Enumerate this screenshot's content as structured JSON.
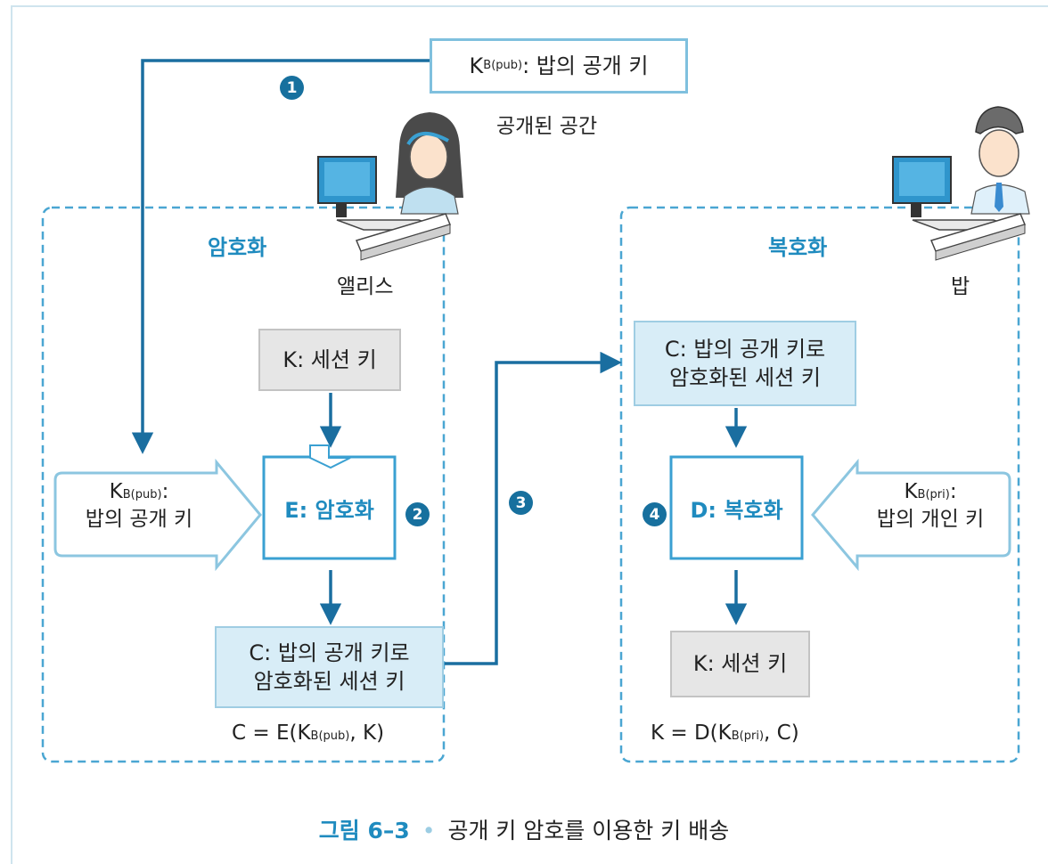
{
  "public_space": {
    "key_label": "K",
    "key_sub": "B(pub)",
    "key_text": ": 밥의 공개 키",
    "caption": "공개된 공간"
  },
  "alice_zone": {
    "title": "암호화",
    "person": "앨리스",
    "session_key_box": "K: 세션 키",
    "pubkey_label": "K",
    "pubkey_sub": "B(pub)",
    "pubkey_colon": ":",
    "pubkey_text": "밥의 공개 키",
    "process_label": "E: 암호화",
    "cipher_line1": "C: 밥의 공개 키로",
    "cipher_line2": "암호화된 세션 키",
    "formula_pre": "C = E(K",
    "formula_sub": "B(pub)",
    "formula_post": ", K)"
  },
  "bob_zone": {
    "title": "복호화",
    "person": "밥",
    "cipher_line1": "C: 밥의 공개 키로",
    "cipher_line2": "암호화된 세션 키",
    "privkey_label": "K",
    "privkey_sub": "B(pri)",
    "privkey_colon": ":",
    "privkey_text": "밥의 개인 키",
    "process_label": "D: 복호화",
    "session_key_box": "K: 세션 키",
    "formula_pre": "K = D(K",
    "formula_sub": "B(pri)",
    "formula_post": ", C)"
  },
  "steps": [
    "1",
    "2",
    "3",
    "4"
  ],
  "caption": {
    "figure": "그림 6–3",
    "bullet": "•",
    "text": "공개 키 암호를 이용한 키 배송"
  },
  "colors": {
    "arrow": "#1a6ea0",
    "zone_border": "#4aa6d2",
    "accent": "#1f8bbf"
  }
}
